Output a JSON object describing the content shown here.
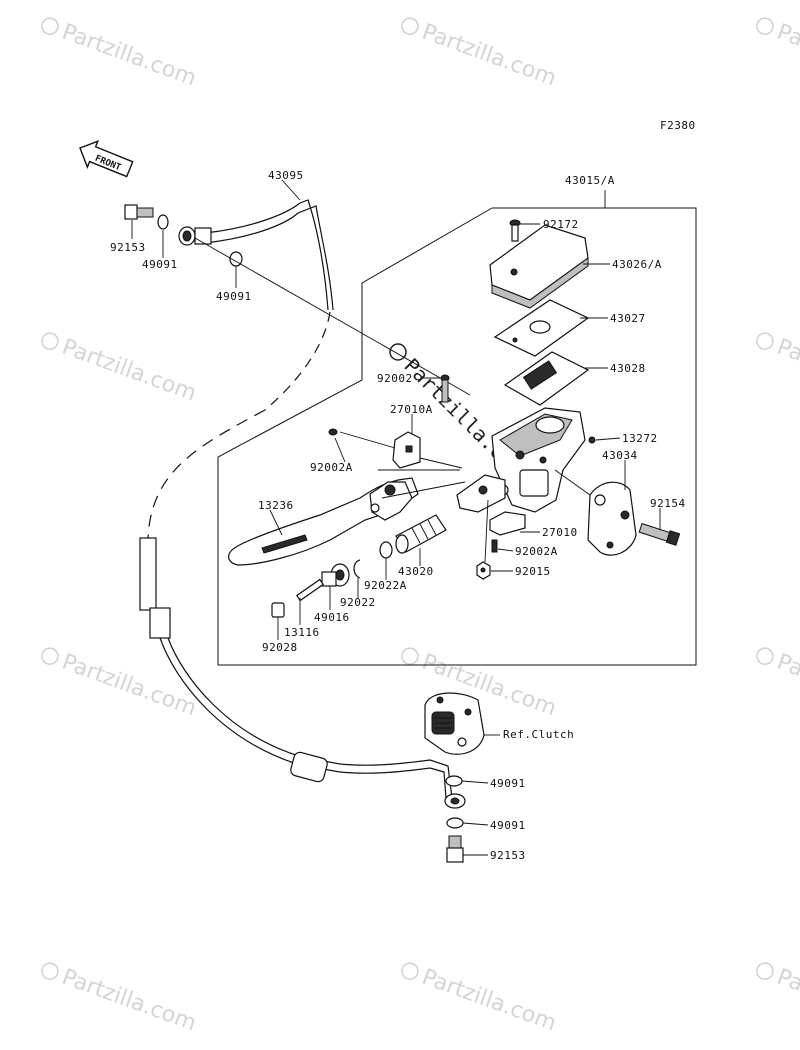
{
  "figure_code": "F2380",
  "front_label": "FRONT",
  "watermark": {
    "text": "Partzilla.com",
    "copyright_symbol": "©"
  },
  "callouts": [
    {
      "id": "43095",
      "text": "43095"
    },
    {
      "id": "43015A",
      "text": "43015/A"
    },
    {
      "id": "92153-top",
      "text": "92153"
    },
    {
      "id": "49091-a",
      "text": "49091"
    },
    {
      "id": "49091-b",
      "text": "49091"
    },
    {
      "id": "92172",
      "text": "92172"
    },
    {
      "id": "43026A",
      "text": "43026/A"
    },
    {
      "id": "43027",
      "text": "43027"
    },
    {
      "id": "43028",
      "text": "43028"
    },
    {
      "id": "92002",
      "text": "92002"
    },
    {
      "id": "27010A",
      "text": "27010A"
    },
    {
      "id": "13272",
      "text": "13272"
    },
    {
      "id": "43034",
      "text": "43034"
    },
    {
      "id": "92002A-top",
      "text": "92002A"
    },
    {
      "id": "13236",
      "text": "13236"
    },
    {
      "id": "92154",
      "text": "92154"
    },
    {
      "id": "27010",
      "text": "27010"
    },
    {
      "id": "92002A-bottom",
      "text": "92002A"
    },
    {
      "id": "43020",
      "text": "43020"
    },
    {
      "id": "92015",
      "text": "92015"
    },
    {
      "id": "92022A",
      "text": "92022A"
    },
    {
      "id": "92022",
      "text": "92022"
    },
    {
      "id": "49016",
      "text": "49016"
    },
    {
      "id": "13116",
      "text": "13116"
    },
    {
      "id": "92028",
      "text": "92028"
    },
    {
      "id": "ref-clutch",
      "text": "Ref.Clutch"
    },
    {
      "id": "49091-c",
      "text": "49091"
    },
    {
      "id": "49091-d",
      "text": "49091"
    },
    {
      "id": "92153-bottom",
      "text": "92153"
    }
  ]
}
